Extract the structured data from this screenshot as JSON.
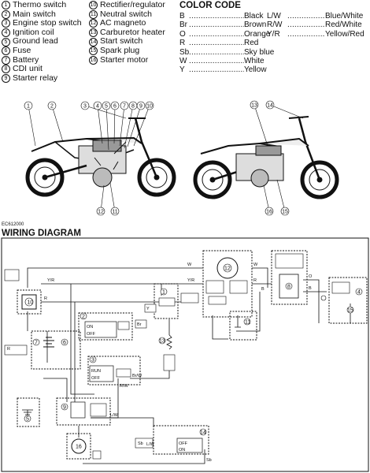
{
  "parts_left": [
    {
      "n": "1",
      "name": "Thermo switch"
    },
    {
      "n": "2",
      "name": "Main switch"
    },
    {
      "n": "3",
      "name": "Engine stop switch"
    },
    {
      "n": "4",
      "name": "Ignition coil"
    },
    {
      "n": "5",
      "name": "Ground lead"
    },
    {
      "n": "6",
      "name": "Fuse"
    },
    {
      "n": "7",
      "name": "Battery"
    },
    {
      "n": "8",
      "name": "CDI unit"
    },
    {
      "n": "9",
      "name": "Starter relay"
    }
  ],
  "parts_right": [
    {
      "n": "10",
      "name": "Rectifier/regulator"
    },
    {
      "n": "11",
      "name": "Neutral switch"
    },
    {
      "n": "12",
      "name": "AC magneto"
    },
    {
      "n": "13",
      "name": "Carburetor heater"
    },
    {
      "n": "14",
      "name": "Start switch"
    },
    {
      "n": "15",
      "name": "Spark plug"
    },
    {
      "n": "16",
      "name": "Starter motor"
    }
  ],
  "color_code": {
    "title": "COLOR CODE",
    "left": [
      {
        "abbr": "B",
        "color": "Black"
      },
      {
        "abbr": "Br",
        "color": "Brown"
      },
      {
        "abbr": "O",
        "color": "Orange"
      },
      {
        "abbr": "R",
        "color": "Red"
      },
      {
        "abbr": "Sb",
        "color": "Sky blue"
      },
      {
        "abbr": "W",
        "color": "White"
      },
      {
        "abbr": "Y",
        "color": "Yellow"
      }
    ],
    "right": [
      {
        "abbr": "L/W",
        "color": "Blue/White"
      },
      {
        "abbr": "R/W",
        "color": "Red/White"
      },
      {
        "abbr": "Y/R",
        "color": "Yellow/Red"
      }
    ]
  },
  "diagram": {
    "code": "EC612000",
    "title": "WIRING DIAGRAM",
    "callouts_bike1": [
      "1",
      "2",
      "3",
      "4",
      "5",
      "6",
      "7",
      "8",
      "9",
      "10",
      "12",
      "11"
    ],
    "callouts_bike2": [
      "13",
      "14",
      "16",
      "15"
    ],
    "switch_rows": {
      "on": "ON",
      "off": "OFF",
      "run": "RUN"
    },
    "wire_labels": {
      "w": "W",
      "r": "R",
      "b": "B",
      "br": "Br",
      "sb": "Sb",
      "y": "Y",
      "yr": "Y/R",
      "rw": "R/W",
      "lw": "L/W",
      "o": "O",
      "brw": "Br/W"
    }
  }
}
